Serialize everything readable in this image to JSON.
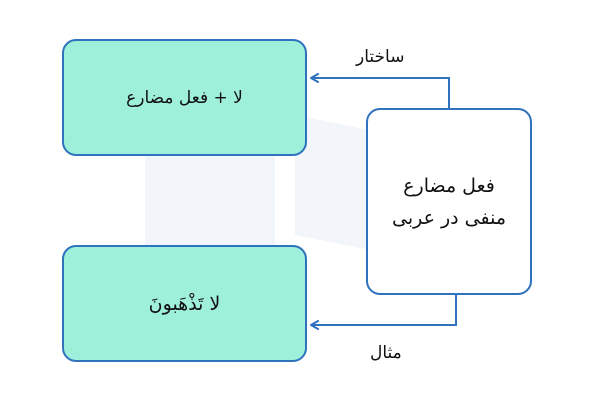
{
  "diagram": {
    "main_box": {
      "line1": "فعل مضارع",
      "line2": "منفی در عربی"
    },
    "structure_box": {
      "text": "لا + فعل مضارع"
    },
    "example_box": {
      "text": "لا تَذْهَبونَ"
    },
    "edges": {
      "structure_label": "ساختار",
      "example_label": "مثال"
    }
  },
  "colors": {
    "box_fill": "#9ef0da",
    "border": "#2f72bd",
    "text": "#111111"
  }
}
